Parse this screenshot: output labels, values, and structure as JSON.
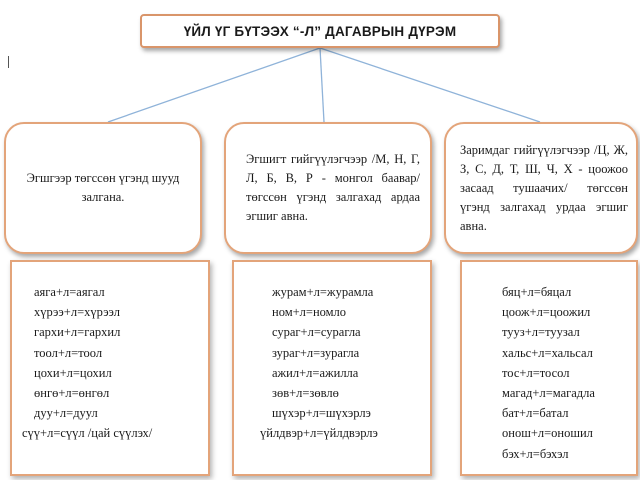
{
  "title": "ҮЙЛ ҮГ БҮТЭЭХ “-Л” ДАГАВРЫН ДҮРЭМ",
  "colors": {
    "box_border": "#e3a47a",
    "connector": "#8fb3d9"
  },
  "rules": [
    {
      "text": "Эгшгээр төгссөн үгэнд шууд залгана."
    },
    {
      "text": "Эгшигт гийгүүлэгчээр /М, Н, Г, Л, Б, В, Р - монгол баавар/ төгссөн үгэнд залгахад ардаа эгшиг авна."
    },
    {
      "text": "Заримдаг гийгүүлэгчээр /Ц, Ж, З, С, Д, Т, Ш, Ч, Х - цоожоо засаад тушаачих/ төгссөн үгэнд залгахад урдаа эгшиг авна."
    }
  ],
  "examples": [
    [
      "аяга+л=аягал",
      "хүрээ+л=хүрээл",
      "гархи+л=гархил",
      "тоол+л=тоол",
      "цохи+л=цохил",
      "өнгө+л=өнгөл",
      "дуу+л=дуул",
      "сүү+л=сүүл /цай сүүлэх/"
    ],
    [
      "журам+л=журамла",
      "ном+л=номло",
      "сураг+л=сурагла",
      "зураг+л=зурагла",
      "ажил+л=ажилла",
      "зөв+л=зөвлө",
      "шүхэр+л=шүхэрлэ",
      "үйлдвэр+л=үйлдвэрлэ"
    ],
    [
      "бяц+л=бяцал",
      "цоож+л=цоожил",
      "тууз+л=туузал",
      "хальс+л=хальсал",
      "тос+л=тосол",
      "магад+л=магадла",
      "бат+л=батал",
      "онош+л=оношил",
      "бэх+л=бэхэл"
    ]
  ]
}
